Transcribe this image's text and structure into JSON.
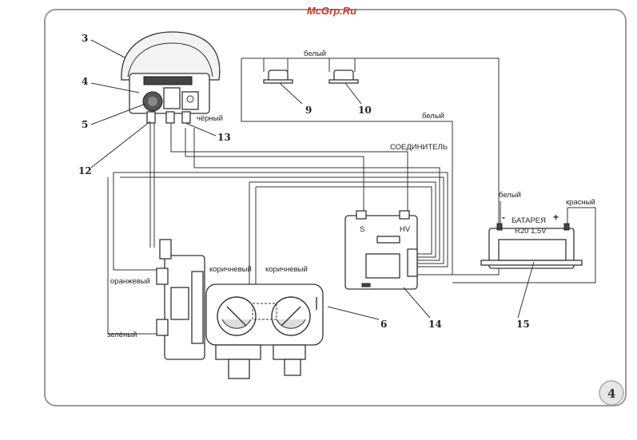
{
  "watermark": "McGrp.Ru",
  "page_badge": "4",
  "callouts": {
    "c3": "3",
    "c4": "4",
    "c5": "5",
    "c6": "6",
    "c9": "9",
    "c10": "10",
    "c12": "12",
    "c13": "13",
    "c14": "14",
    "c15": "15"
  },
  "wire_labels": {
    "white_top": "белый",
    "white_right": "белый",
    "black": "чёрный",
    "connector": "СОЕДИНИТЕЛЬ",
    "white_battery": "белый",
    "red": "красный",
    "orange": "оранжевый",
    "brown_left": "коричневый",
    "brown_right": "коричневый",
    "green": "зелёный"
  },
  "control_unit": {
    "terminal_s": "S",
    "terminal_hv": "HV"
  },
  "battery": {
    "minus": "-",
    "plus": "+",
    "name": "БАТАРЕЯ",
    "spec": "R20  1,5V"
  }
}
